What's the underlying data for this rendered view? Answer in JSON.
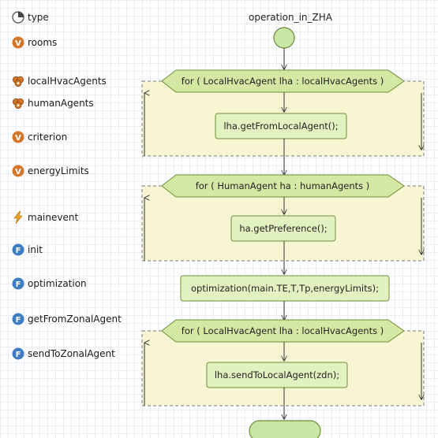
{
  "variables": [
    {
      "label": "type",
      "icon": "type-icon"
    },
    {
      "label": "rooms",
      "icon": "variable-icon"
    },
    {
      "label": "localHvacAgents",
      "icon": "agent-population-icon"
    },
    {
      "label": "humanAgents",
      "icon": "agent-population-icon"
    },
    {
      "label": "criterion",
      "icon": "variable-icon"
    },
    {
      "label": "energyLimits",
      "icon": "variable-icon"
    },
    {
      "label": "mainevent",
      "icon": "event-icon"
    },
    {
      "label": "init",
      "icon": "function-icon"
    },
    {
      "label": "optimization",
      "icon": "function-icon"
    },
    {
      "label": "getFromZonalAgent",
      "icon": "function-icon"
    },
    {
      "label": "sendToZonalAgent",
      "icon": "function-icon"
    }
  ],
  "diagram": {
    "title": "operation_in_ZHA",
    "loops": [
      {
        "header": "for ( LocalHvacAgent lha : localHvacAgents )",
        "body": "lha.getFromLocalAgent();"
      },
      {
        "header": "for ( HumanAgent ha : humanAgents )",
        "body": "ha.getPreference();"
      },
      {
        "header": "for ( LocalHvacAgent lha : localHvacAgents )",
        "body": "lha.sendToLocalAgent(zdn);"
      }
    ],
    "action": "optimization(main.TE,T,Tp,energyLimits);"
  },
  "colors": {
    "loop_fill": "#f8f6d2",
    "header_fill": "#d4e8a4",
    "action_fill": "#e2f1c0",
    "border": "#6e8e3a",
    "node_fill": "#c8e6a4",
    "variable_icon": "#d4772a",
    "agent_icon": "#d4772a",
    "function_icon": "#3f7cc2",
    "event_icon": "#f0a020"
  }
}
